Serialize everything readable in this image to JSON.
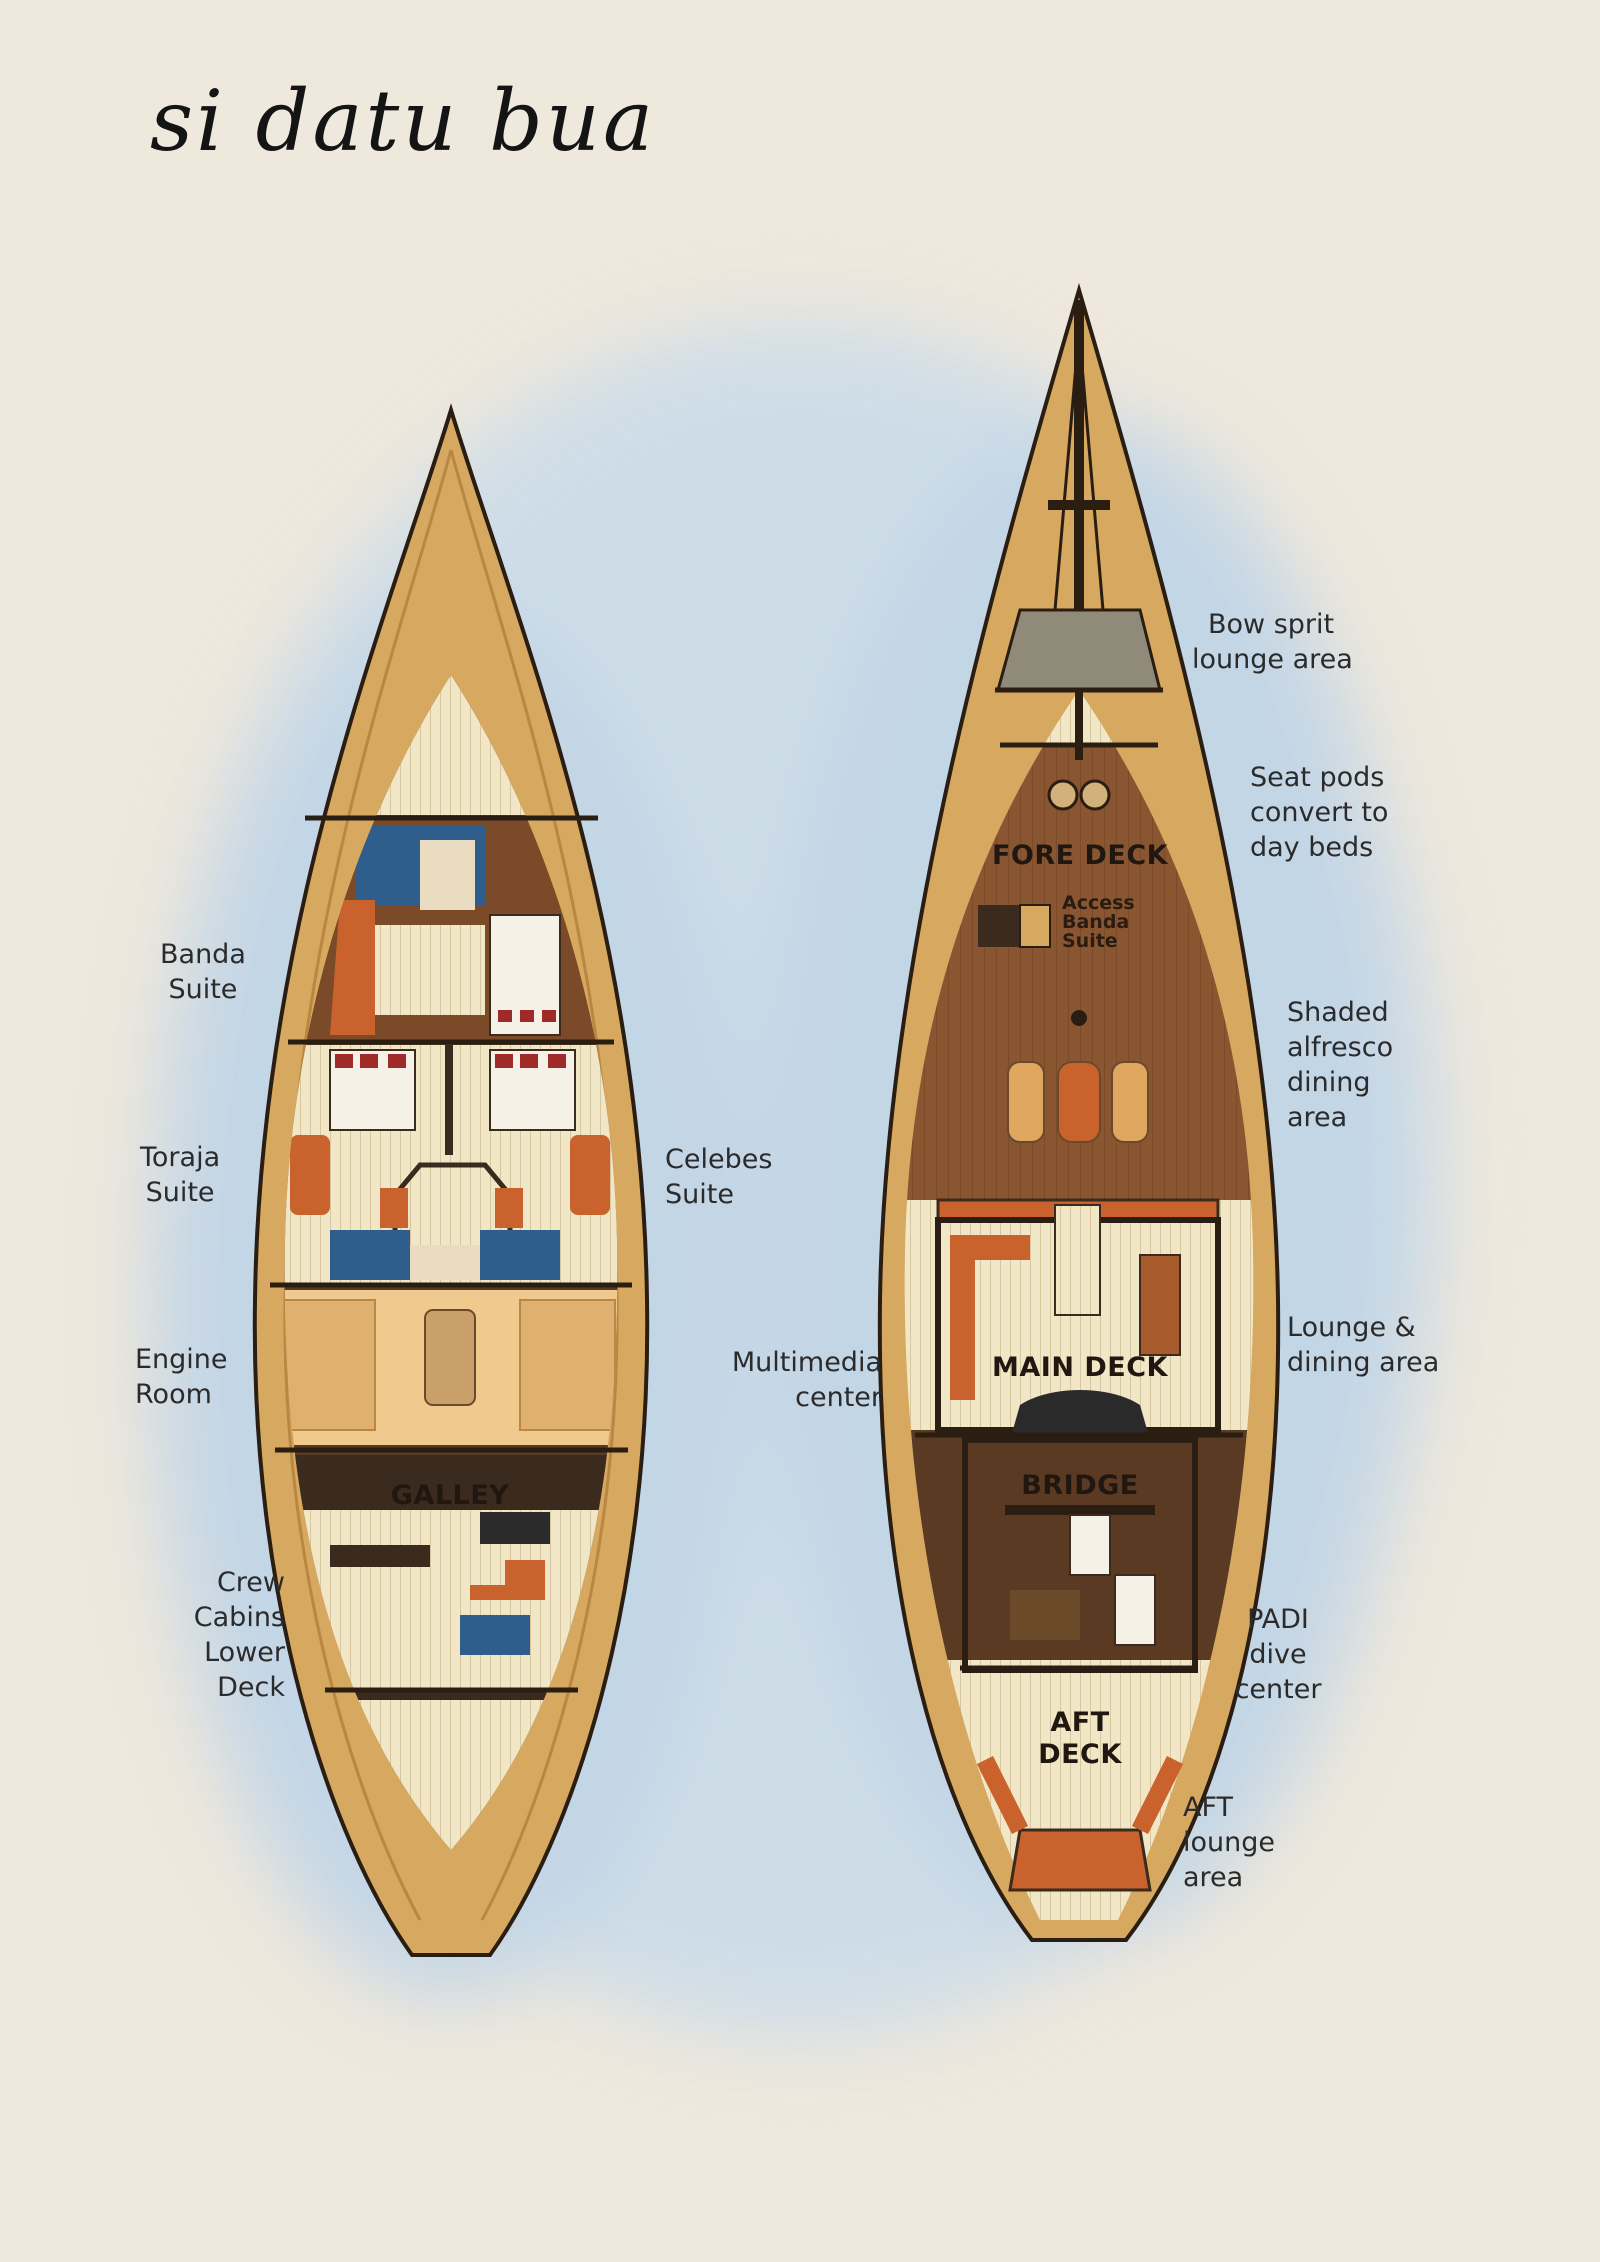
{
  "title": "si datu bua",
  "lower_deck": {
    "labels": [
      {
        "id": "banda",
        "lines": [
          "Banda",
          "Suite"
        ]
      },
      {
        "id": "toraja",
        "lines": [
          "Toraja",
          "Suite"
        ]
      },
      {
        "id": "celebes",
        "lines": [
          "Celebes",
          "Suite"
        ]
      },
      {
        "id": "engine",
        "lines": [
          "Engine",
          "Room"
        ]
      },
      {
        "id": "crew",
        "lines": [
          "Crew",
          "Cabins",
          "Lower",
          "Deck"
        ]
      }
    ],
    "galley_label": "GALLEY"
  },
  "main_deck": {
    "labels": [
      {
        "id": "bowsprit",
        "lines": [
          "Bow sprit",
          "lounge area"
        ]
      },
      {
        "id": "seatpods",
        "lines": [
          "Seat pods",
          "convert to",
          "day beds"
        ]
      },
      {
        "id": "shaded",
        "lines": [
          "Shaded",
          "alfresco",
          "dining",
          "area"
        ]
      },
      {
        "id": "lounge",
        "lines": [
          "Lounge &",
          "dining area"
        ]
      },
      {
        "id": "multimedia",
        "lines": [
          "Multimedia",
          "center"
        ]
      },
      {
        "id": "padi",
        "lines": [
          "PADI",
          "dive",
          "center"
        ]
      },
      {
        "id": "aftlounge",
        "lines": [
          "AFT",
          "lounge",
          "area"
        ]
      }
    ],
    "access_label": [
      "Access",
      "Banda",
      "Suite"
    ],
    "deck_titles": {
      "fore": [
        "FORE DECK"
      ],
      "main": [
        "MAIN DECK"
      ],
      "bridge": [
        "BRIDGE"
      ],
      "aft": [
        "AFT",
        "DECK"
      ]
    }
  },
  "colors": {
    "hull": "#d7a85f",
    "hull_dark": "#b98742",
    "teak": "#8a5632",
    "teak_light": "#a56c3e",
    "cream": "#f1e6c6",
    "blue": "#2f5e8c",
    "orange": "#c9622c",
    "dark": "#3b2a1e",
    "water": "#c9dbea"
  }
}
